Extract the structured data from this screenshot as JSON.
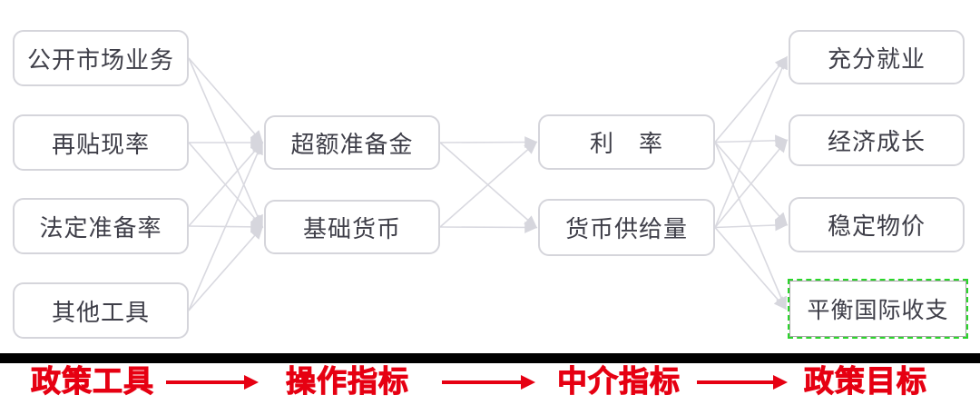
{
  "diagram": {
    "nodes": [
      {
        "id": "omo",
        "label": "公开市场业务"
      },
      {
        "id": "rediscount",
        "label": "再贴现率"
      },
      {
        "id": "reserve",
        "label": "法定准备率"
      },
      {
        "id": "other",
        "label": "其他工具"
      },
      {
        "id": "excess",
        "label": "超额准备金"
      },
      {
        "id": "base",
        "label": "基础货币"
      },
      {
        "id": "rate",
        "label": "利　率"
      },
      {
        "id": "supply",
        "label": "货币供给量"
      },
      {
        "id": "employ",
        "label": "充分就业"
      },
      {
        "id": "growth",
        "label": "经济成长"
      },
      {
        "id": "price",
        "label": "稳定物价"
      },
      {
        "id": "bop",
        "label": "平衡国际收支",
        "highlighted": true
      }
    ],
    "edges": [
      [
        "omo",
        "excess"
      ],
      [
        "omo",
        "base"
      ],
      [
        "rediscount",
        "excess"
      ],
      [
        "rediscount",
        "base"
      ],
      [
        "reserve",
        "excess"
      ],
      [
        "reserve",
        "base"
      ],
      [
        "other",
        "excess"
      ],
      [
        "other",
        "base"
      ],
      [
        "excess",
        "rate"
      ],
      [
        "excess",
        "supply"
      ],
      [
        "base",
        "rate"
      ],
      [
        "base",
        "supply"
      ],
      [
        "rate",
        "employ"
      ],
      [
        "rate",
        "growth"
      ],
      [
        "rate",
        "price"
      ],
      [
        "rate",
        "bop"
      ],
      [
        "supply",
        "employ"
      ],
      [
        "supply",
        "growth"
      ],
      [
        "supply",
        "price"
      ],
      [
        "supply",
        "bop"
      ]
    ]
  },
  "caption": {
    "stages": [
      "政策工具",
      "操作指标",
      "中介指标",
      "政策目标"
    ]
  },
  "colors": {
    "caption_red": "#e60012",
    "node_border": "#d5d5db",
    "node_text": "#3e3e48",
    "edge_gray": "#d9d9e0",
    "highlight_green": "#2bd52b",
    "divider_black": "#000000"
  }
}
